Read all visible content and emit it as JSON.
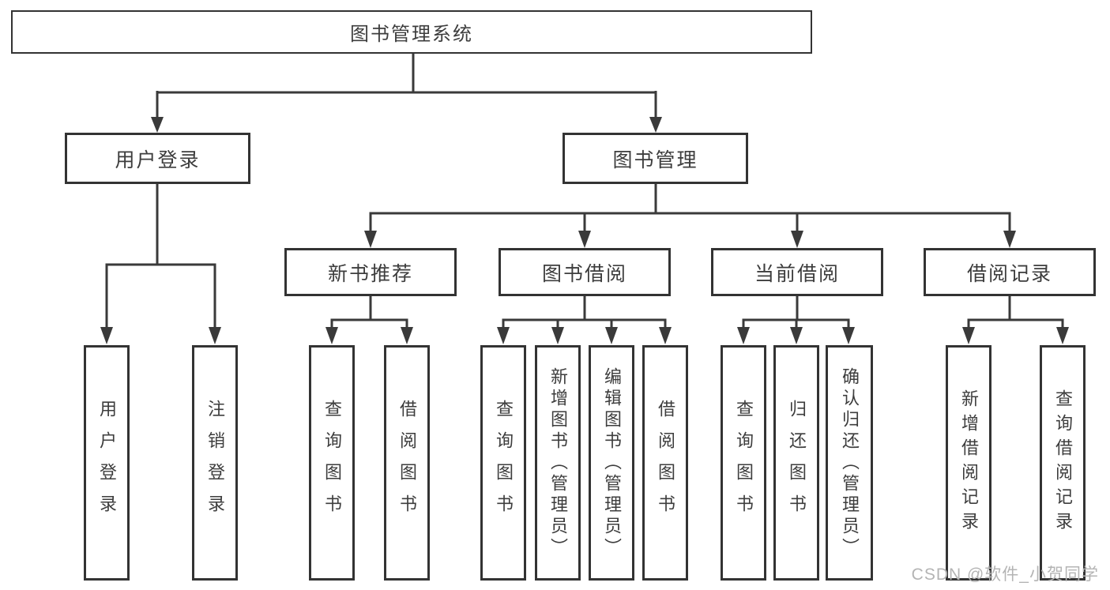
{
  "tree": {
    "root": "图书管理系统",
    "branches": [
      {
        "label": "用户登录",
        "children": [
          "用户登录",
          "注销登录"
        ]
      },
      {
        "label": "图书管理",
        "sections": [
          {
            "label": "新书推荐",
            "children": [
              "查询图书",
              "借阅图书"
            ]
          },
          {
            "label": "图书借阅",
            "children": [
              "查询图书",
              "新增图书（管理员）",
              "编辑图书（管理员）",
              "借阅图书"
            ]
          },
          {
            "label": "当前借阅",
            "children": [
              "查询图书",
              "归还图书",
              "确认归还（管理员）"
            ]
          },
          {
            "label": "借阅记录",
            "children": [
              "新增借阅记录",
              "查询借阅记录"
            ]
          }
        ]
      }
    ]
  },
  "colors": {
    "line": "#3a3a3a",
    "border": "#333333",
    "text": "#3d3d3d",
    "watermark": "#b4b4b4"
  },
  "watermark": "CSDN @软件_小贺同学"
}
